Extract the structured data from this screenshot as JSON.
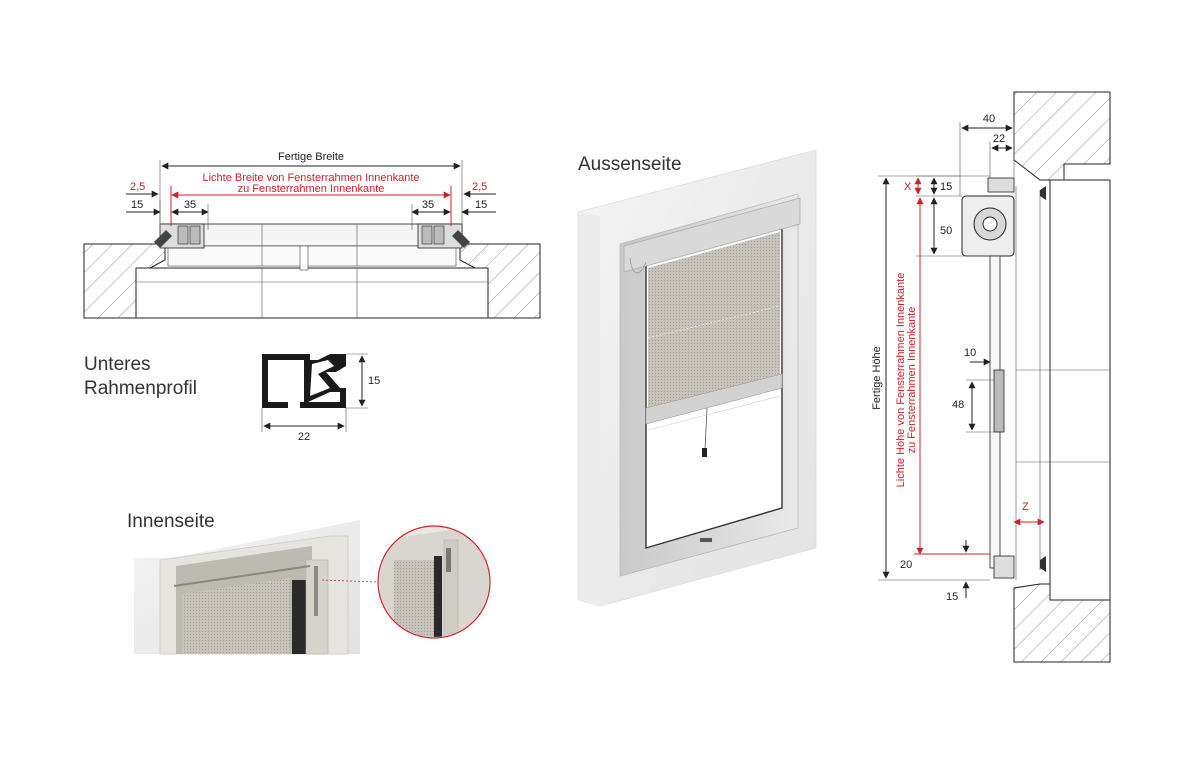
{
  "top_plan": {
    "fertige_breite": "Fertige Breite",
    "lichte_breite_1": "Lichte Breite von Fensterrahmen Innenkante",
    "lichte_breite_2": "zu Fensterrahmen Innenkante",
    "dim_2_5_left": "2,5",
    "dim_15_left": "15",
    "dim_35_left": "35",
    "dim_35_right": "35",
    "dim_2_5_right": "2,5",
    "dim_15_right": "15"
  },
  "profile": {
    "title_line1": "Unteres",
    "title_line2": "Rahmenprofil",
    "dim_height": "15",
    "dim_width": "22"
  },
  "inside": {
    "title": "Innenseite"
  },
  "outside": {
    "title": "Aussenseite"
  },
  "section": {
    "dim_40": "40",
    "dim_22": "22",
    "label_x": "X",
    "dim_15_top": "15",
    "dim_50": "50",
    "fertige_hoehe": "Fertige Höhe",
    "lichte_hoehe_1": "Lichte Höhe von Fensterrahmen Innenkante",
    "lichte_hoehe_2": "zu Fensterrahmen Innenkante",
    "dim_10": "10",
    "dim_48": "48",
    "label_z": "Z",
    "dim_20": "20",
    "dim_15_bottom": "15"
  },
  "colors": {
    "accent_red": "#d0202a",
    "line": "#222222",
    "hatch": "#777777"
  }
}
